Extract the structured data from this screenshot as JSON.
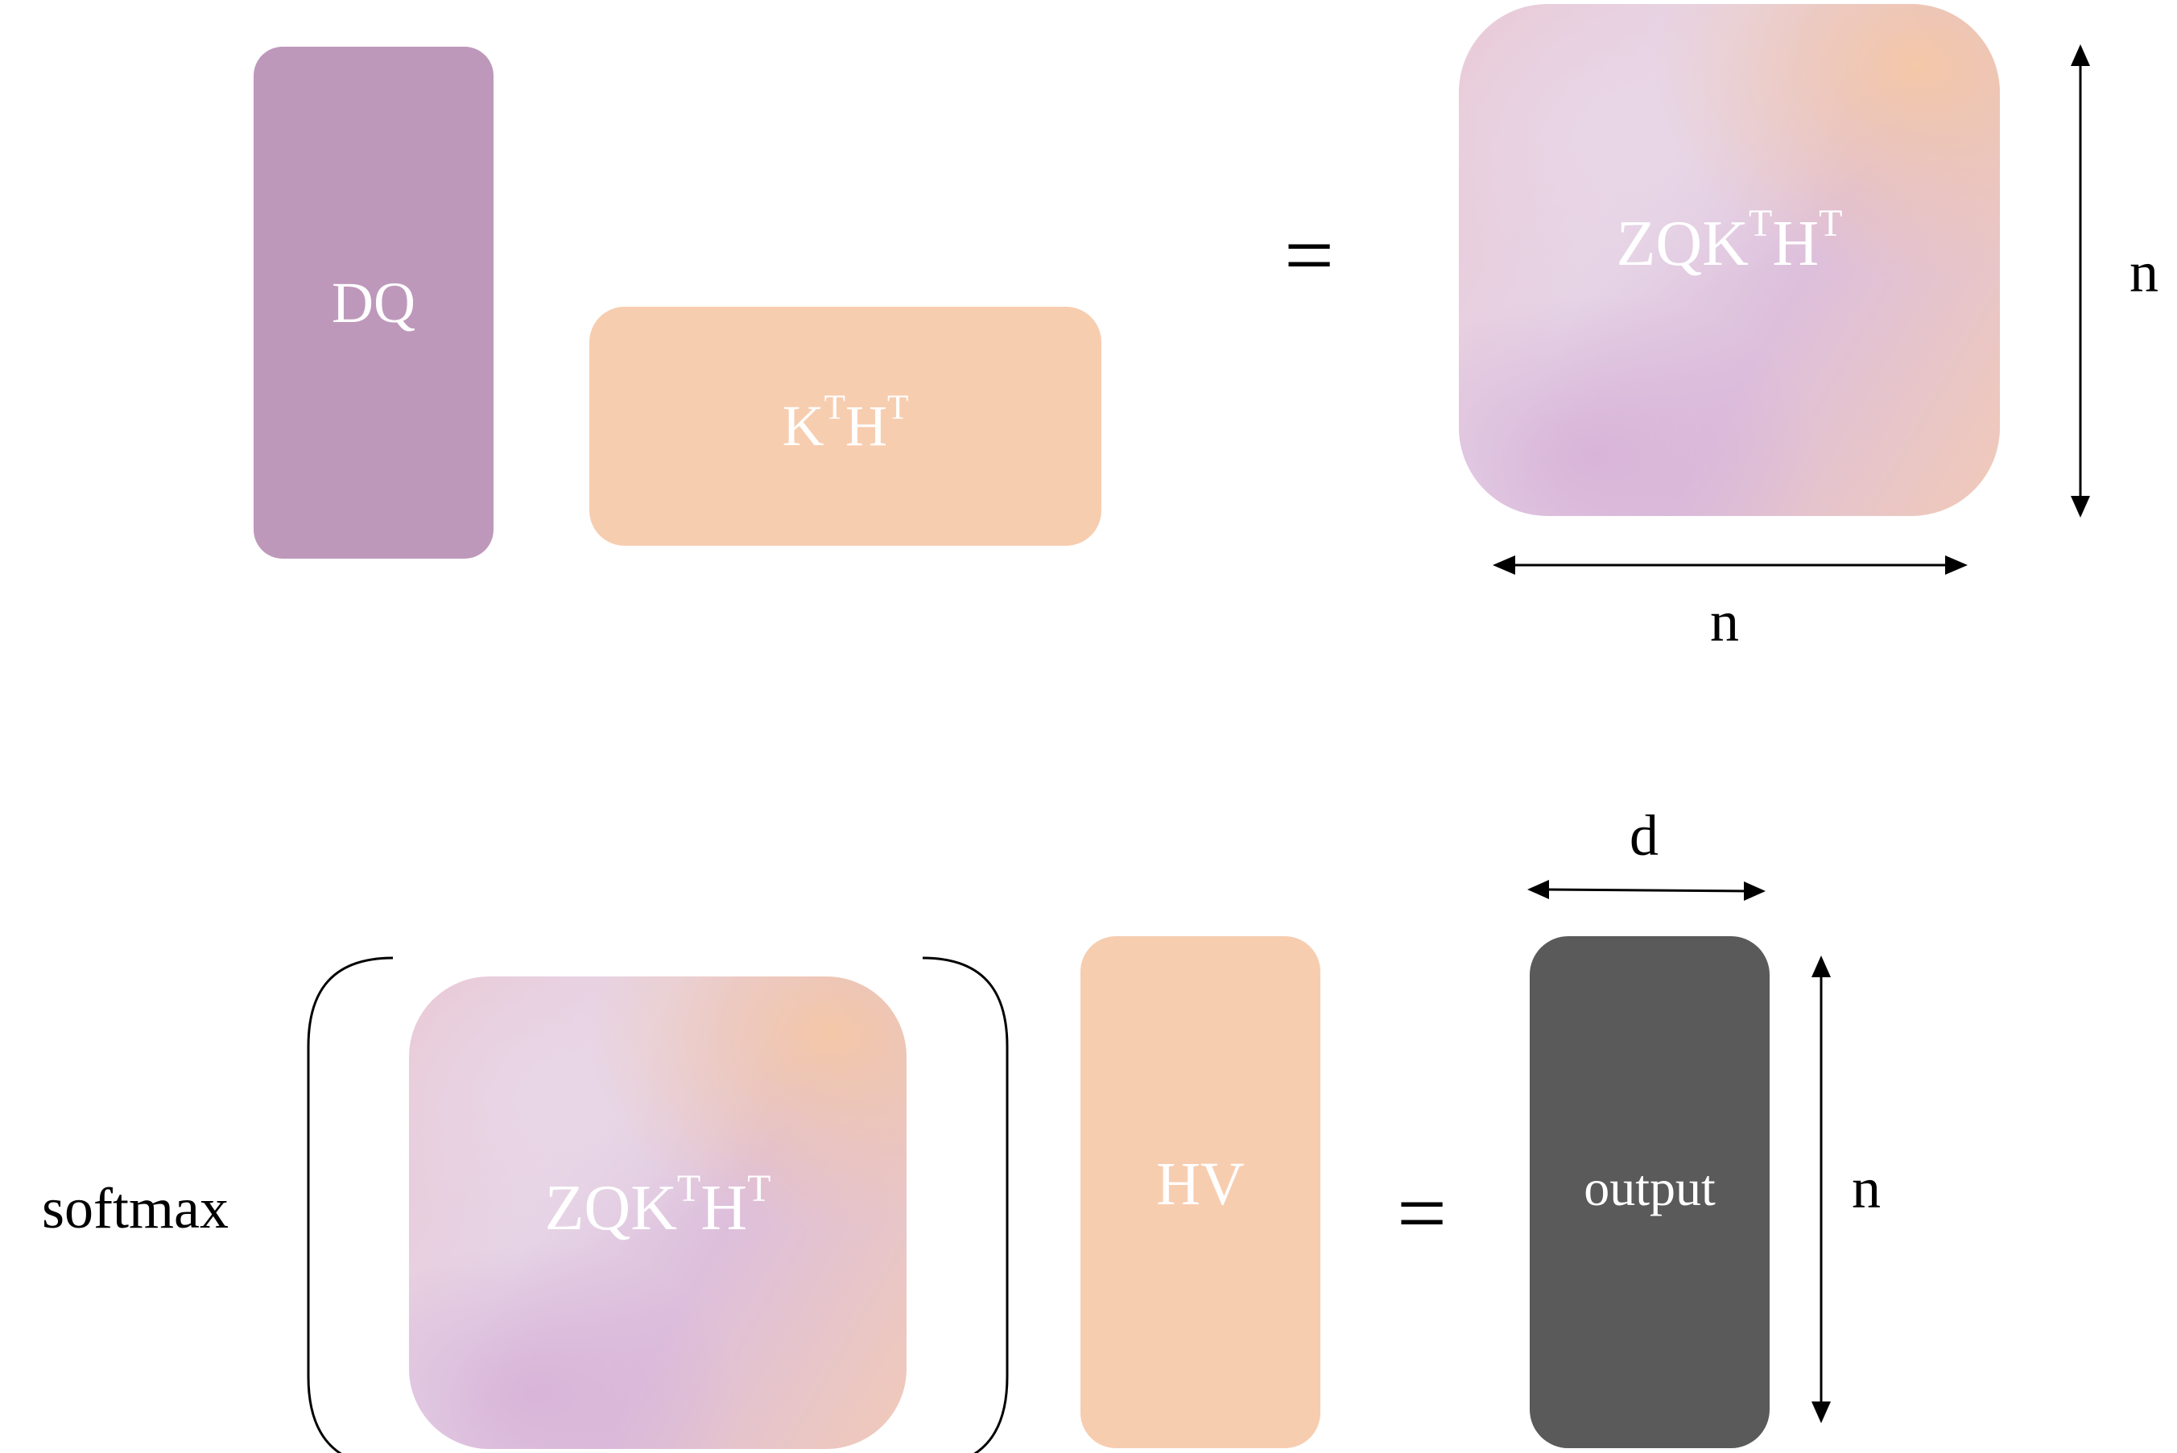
{
  "top": {
    "dq": "DQ",
    "kh": {
      "k": "K",
      "t1": "T",
      "h": "H",
      "t2": "T"
    },
    "equals": "=",
    "result": {
      "z": "ZQK",
      "t1": "T",
      "h": "H",
      "t2": "T"
    },
    "dim_vertical": "n",
    "dim_horizontal": "n"
  },
  "bottom": {
    "softmax": "softmax",
    "inner": {
      "z": "ZQK",
      "t1": "T",
      "h": "H",
      "t2": "T"
    },
    "hv": "HV",
    "equals": "=",
    "output": "output",
    "dim_width": "d",
    "dim_height": "n"
  },
  "colors": {
    "dq": "#be98bb",
    "kh": "#f7cdb0",
    "hv": "#f7cdb0",
    "output": "#5a5a5a"
  }
}
